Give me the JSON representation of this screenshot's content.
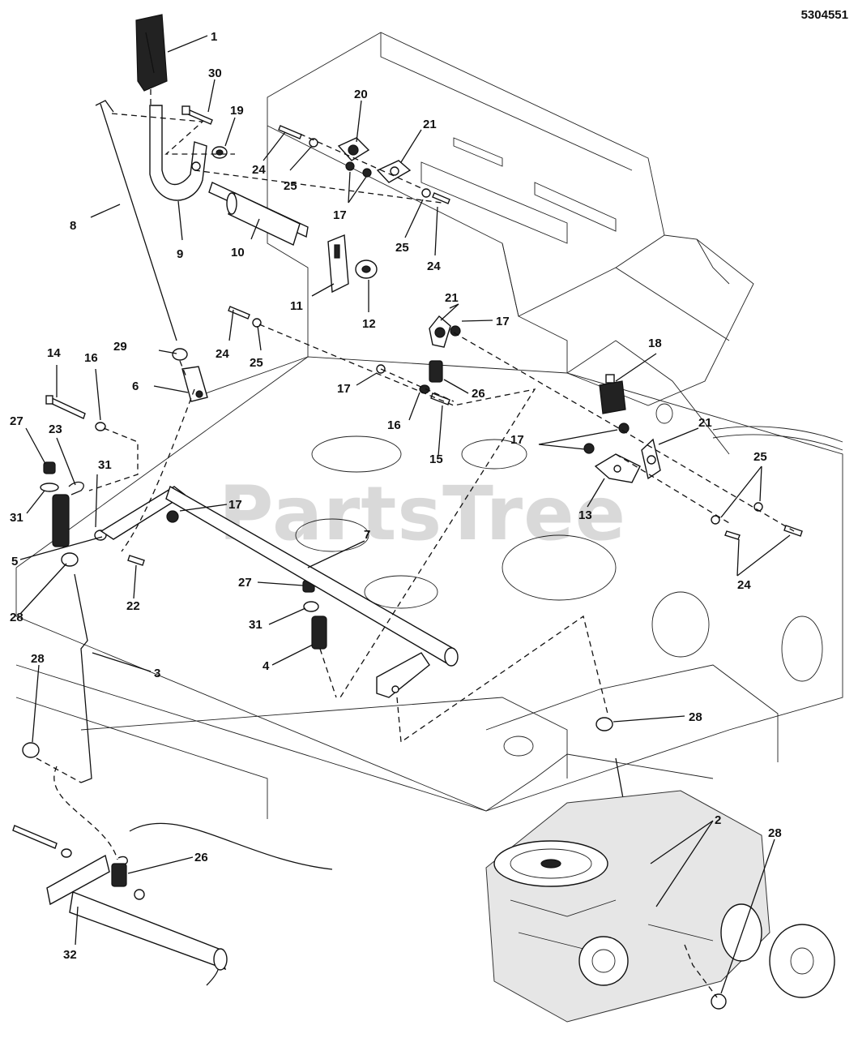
{
  "document": {
    "number": "5304551",
    "watermark": "PartsTree"
  },
  "callouts": [
    {
      "id": "c1",
      "text": "1"
    },
    {
      "id": "c30",
      "text": "30"
    },
    {
      "id": "c19",
      "text": "19"
    },
    {
      "id": "c20",
      "text": "20"
    },
    {
      "id": "c21a",
      "text": "21"
    },
    {
      "id": "c24a",
      "text": "24"
    },
    {
      "id": "c25a",
      "text": "25"
    },
    {
      "id": "c17a",
      "text": "17"
    },
    {
      "id": "c8",
      "text": "8"
    },
    {
      "id": "c9",
      "text": "9"
    },
    {
      "id": "c10",
      "text": "10"
    },
    {
      "id": "c25b",
      "text": "25"
    },
    {
      "id": "c24b",
      "text": "24"
    },
    {
      "id": "c11",
      "text": "11"
    },
    {
      "id": "c12",
      "text": "12"
    },
    {
      "id": "c21b",
      "text": "21"
    },
    {
      "id": "c17b",
      "text": "17"
    },
    {
      "id": "c24c",
      "text": "24"
    },
    {
      "id": "c25c",
      "text": "25"
    },
    {
      "id": "c29",
      "text": "29"
    },
    {
      "id": "c18",
      "text": "18"
    },
    {
      "id": "c14",
      "text": "14"
    },
    {
      "id": "c16a",
      "text": "16"
    },
    {
      "id": "c6",
      "text": "6"
    },
    {
      "id": "c17c",
      "text": "17"
    },
    {
      "id": "c26a",
      "text": "26"
    },
    {
      "id": "c16b",
      "text": "16"
    },
    {
      "id": "c21c",
      "text": "21"
    },
    {
      "id": "c27a",
      "text": "27"
    },
    {
      "id": "c23",
      "text": "23"
    },
    {
      "id": "c17d",
      "text": "17"
    },
    {
      "id": "c15",
      "text": "15"
    },
    {
      "id": "c25d",
      "text": "25"
    },
    {
      "id": "c31a",
      "text": "31"
    },
    {
      "id": "c31b",
      "text": "31"
    },
    {
      "id": "c17e",
      "text": "17"
    },
    {
      "id": "c13",
      "text": "13"
    },
    {
      "id": "c7",
      "text": "7"
    },
    {
      "id": "c5",
      "text": "5"
    },
    {
      "id": "c24d",
      "text": "24"
    },
    {
      "id": "c28a",
      "text": "28"
    },
    {
      "id": "c22",
      "text": "22"
    },
    {
      "id": "c27b",
      "text": "27"
    },
    {
      "id": "c31c",
      "text": "31"
    },
    {
      "id": "c28b",
      "text": "28"
    },
    {
      "id": "c3",
      "text": "3"
    },
    {
      "id": "c4",
      "text": "4"
    },
    {
      "id": "c28c",
      "text": "28"
    },
    {
      "id": "c2",
      "text": "2"
    },
    {
      "id": "c26b",
      "text": "26"
    },
    {
      "id": "c28d",
      "text": "28"
    },
    {
      "id": "c32",
      "text": "32"
    }
  ]
}
